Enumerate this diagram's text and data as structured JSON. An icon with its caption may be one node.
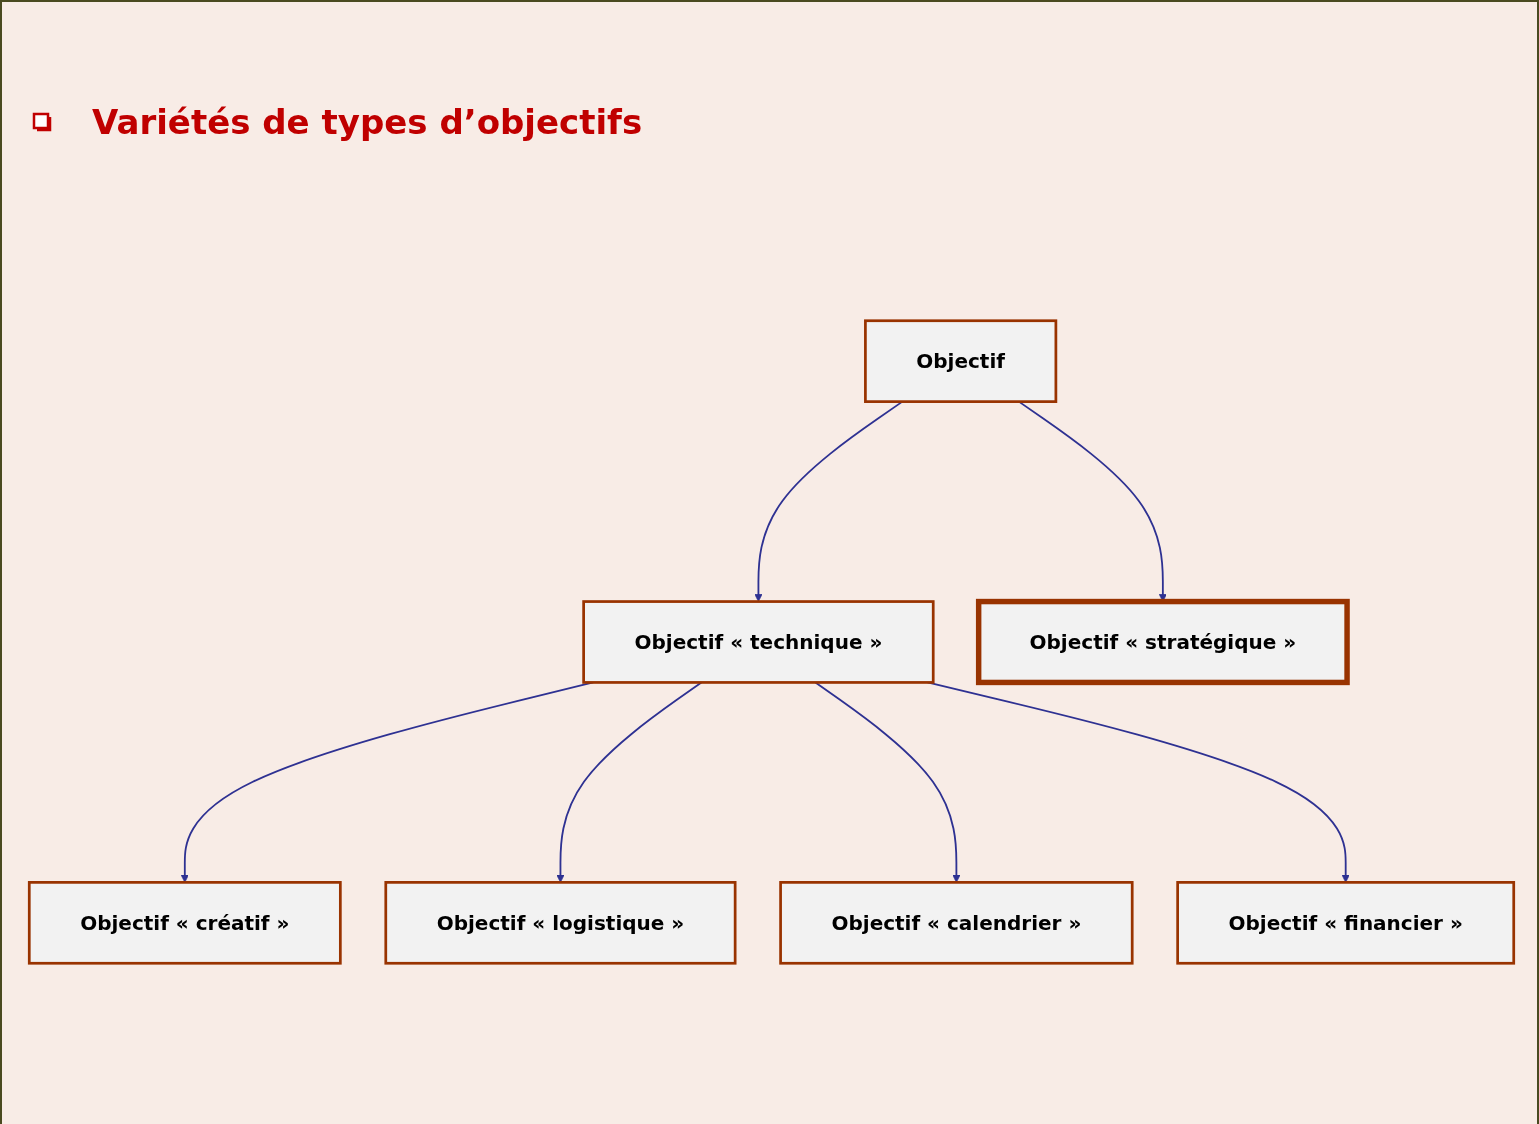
{
  "diagram": {
    "title": "Variétés de types d’objectifs",
    "nodes": [
      {
        "text": [
          "Objectif"
        ]
      },
      {
        "text": [
          "Objectif « technique »"
        ]
      },
      {
        "text": [
          "Objectif « stratégique »"
        ]
      },
      {
        "text": [
          "Objectif « créatif »"
        ]
      },
      {
        "text": [
          "Objectif « financier »"
        ]
      },
      {
        "text": [
          "Objectif « logistique »"
        ]
      },
      {
        "text": [
          "Objectif « calendrier »"
        ]
      }
    ],
    "edges": [
      {
        "from": 0,
        "to": 1,
        "arrow": "to"
      },
      {
        "from": 0,
        "to": 2,
        "arrow": "to"
      },
      {
        "from": 1,
        "to": 3,
        "arrow": "to"
      },
      {
        "from": 1,
        "to": 5,
        "arrow": "to"
      },
      {
        "from": 1,
        "to": 6,
        "arrow": "to"
      },
      {
        "from": 1,
        "to": 4,
        "arrow": "to"
      }
    ]
  }
}
